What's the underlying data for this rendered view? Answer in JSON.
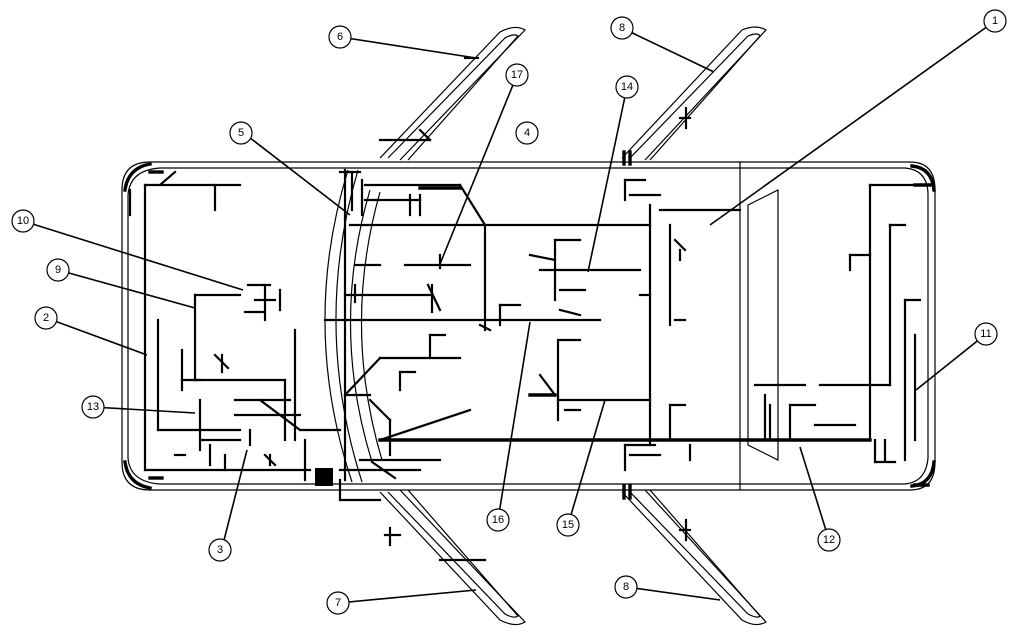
{
  "callouts": [
    {
      "id": "c1",
      "label": "1"
    },
    {
      "id": "c2",
      "label": "2"
    },
    {
      "id": "c3",
      "label": "3"
    },
    {
      "id": "c4",
      "label": "4"
    },
    {
      "id": "c5",
      "label": "5"
    },
    {
      "id": "c6",
      "label": "6"
    },
    {
      "id": "c7",
      "label": "7"
    },
    {
      "id": "c8a",
      "label": "8"
    },
    {
      "id": "c8b",
      "label": "8"
    },
    {
      "id": "c9",
      "label": "9"
    },
    {
      "id": "c10",
      "label": "10"
    },
    {
      "id": "c11",
      "label": "11"
    },
    {
      "id": "c12",
      "label": "12"
    },
    {
      "id": "c13",
      "label": "13"
    },
    {
      "id": "c14",
      "label": "14"
    },
    {
      "id": "c15",
      "label": "15"
    },
    {
      "id": "c16",
      "label": "16"
    },
    {
      "id": "c17",
      "label": "17"
    }
  ]
}
